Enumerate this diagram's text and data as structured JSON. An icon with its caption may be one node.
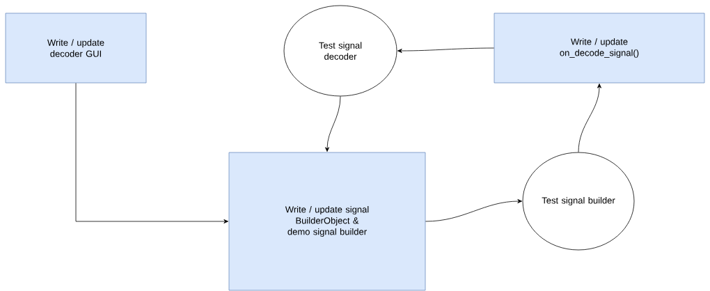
{
  "diagram": {
    "nodes": [
      {
        "text": [
          "Write / update decoder GUI"
        ]
      },
      {
        "text": [
          "Test signal decoder"
        ]
      },
      {
        "text": [
          "Write / update on_decode_signal()"
        ]
      },
      {
        "text": [
          "Write / update signal BuilderObject & demo signal builder"
        ]
      },
      {
        "text": [
          "Test signal builder"
        ]
      }
    ],
    "edges": [
      {
        "from": 0,
        "to": 3,
        "arrow": "to"
      },
      {
        "from": 1,
        "to": 3,
        "arrow": "to"
      },
      {
        "from": 3,
        "to": 4,
        "arrow": "to"
      },
      {
        "from": 4,
        "to": 2,
        "arrow": "to"
      },
      {
        "from": 2,
        "to": 1,
        "arrow": "to"
      }
    ]
  }
}
